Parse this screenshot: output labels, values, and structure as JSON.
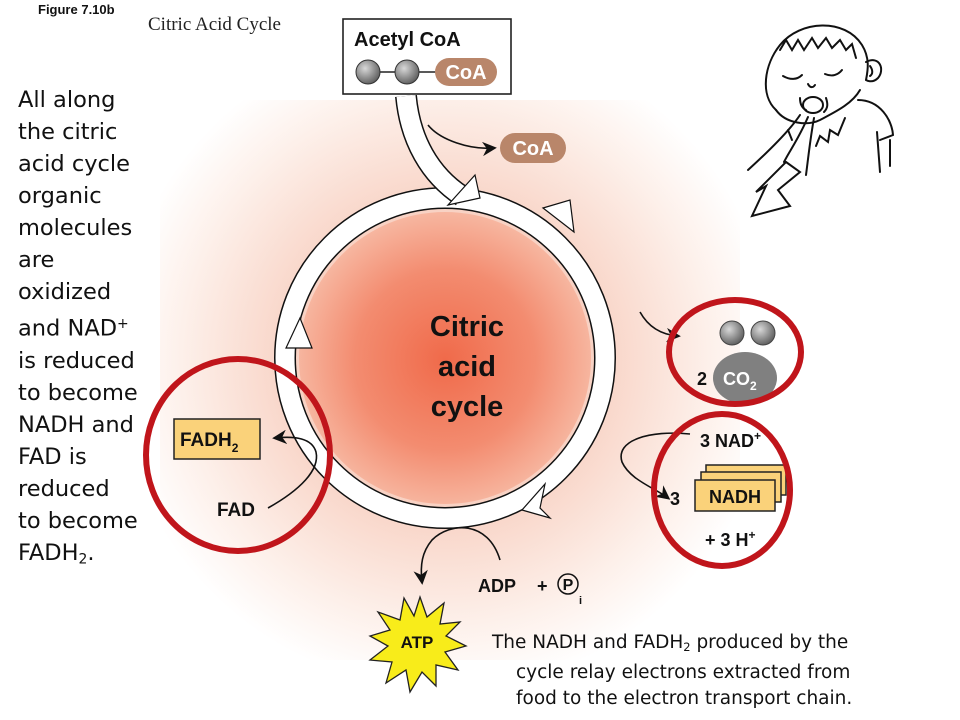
{
  "figure_label": "Figure 7.10b",
  "title": "Citric Acid Cycle",
  "side_text": {
    "lines": [
      "All along",
      "the citric",
      "acid cycle",
      "organic",
      "molecules",
      "are",
      "oxidized",
      "and NAD",
      "is reduced",
      "to become",
      "NADH and",
      "FAD is",
      "reduced",
      "to become",
      "FADH"
    ],
    "nad_superscript": "+",
    "fadh_subscript": "2",
    "fadh_suffix": "."
  },
  "bottom_text": {
    "line1_prefix": "The NADH and FADH",
    "line1_subscript": "2",
    "line1_suffix": " produced by the",
    "line2": "cycle relay electrons extracted from",
    "line3": "food to the electron transport chain."
  },
  "diagram": {
    "acetyl_coa_label": "Acetyl CoA",
    "coa_tag": "CoA",
    "coa_released": "CoA",
    "cycle_label": [
      "Citric",
      "acid",
      "cycle"
    ],
    "co2": {
      "count": "2",
      "label": "CO",
      "subscript": "2"
    },
    "nad": {
      "label": "3 NAD",
      "superscript": "+"
    },
    "nadh": {
      "count": "3",
      "label": "NADH"
    },
    "h_plus": {
      "label": "+ 3 H",
      "superscript": "+"
    },
    "fadh2": {
      "label": "FADH",
      "subscript": "2"
    },
    "fad": "FAD",
    "adp": {
      "label": "ADP",
      "plus": "+",
      "p": "P",
      "p_subscript": "i"
    },
    "atp": "ATP"
  },
  "colors": {
    "highlight_circle": "#c0151b",
    "cycle_center": "#f07a5c",
    "coa_tag": "#b9866a",
    "co2_blob": "#808080",
    "carrier_box": "#fad27a",
    "atp_star": "#f8ec1a"
  }
}
